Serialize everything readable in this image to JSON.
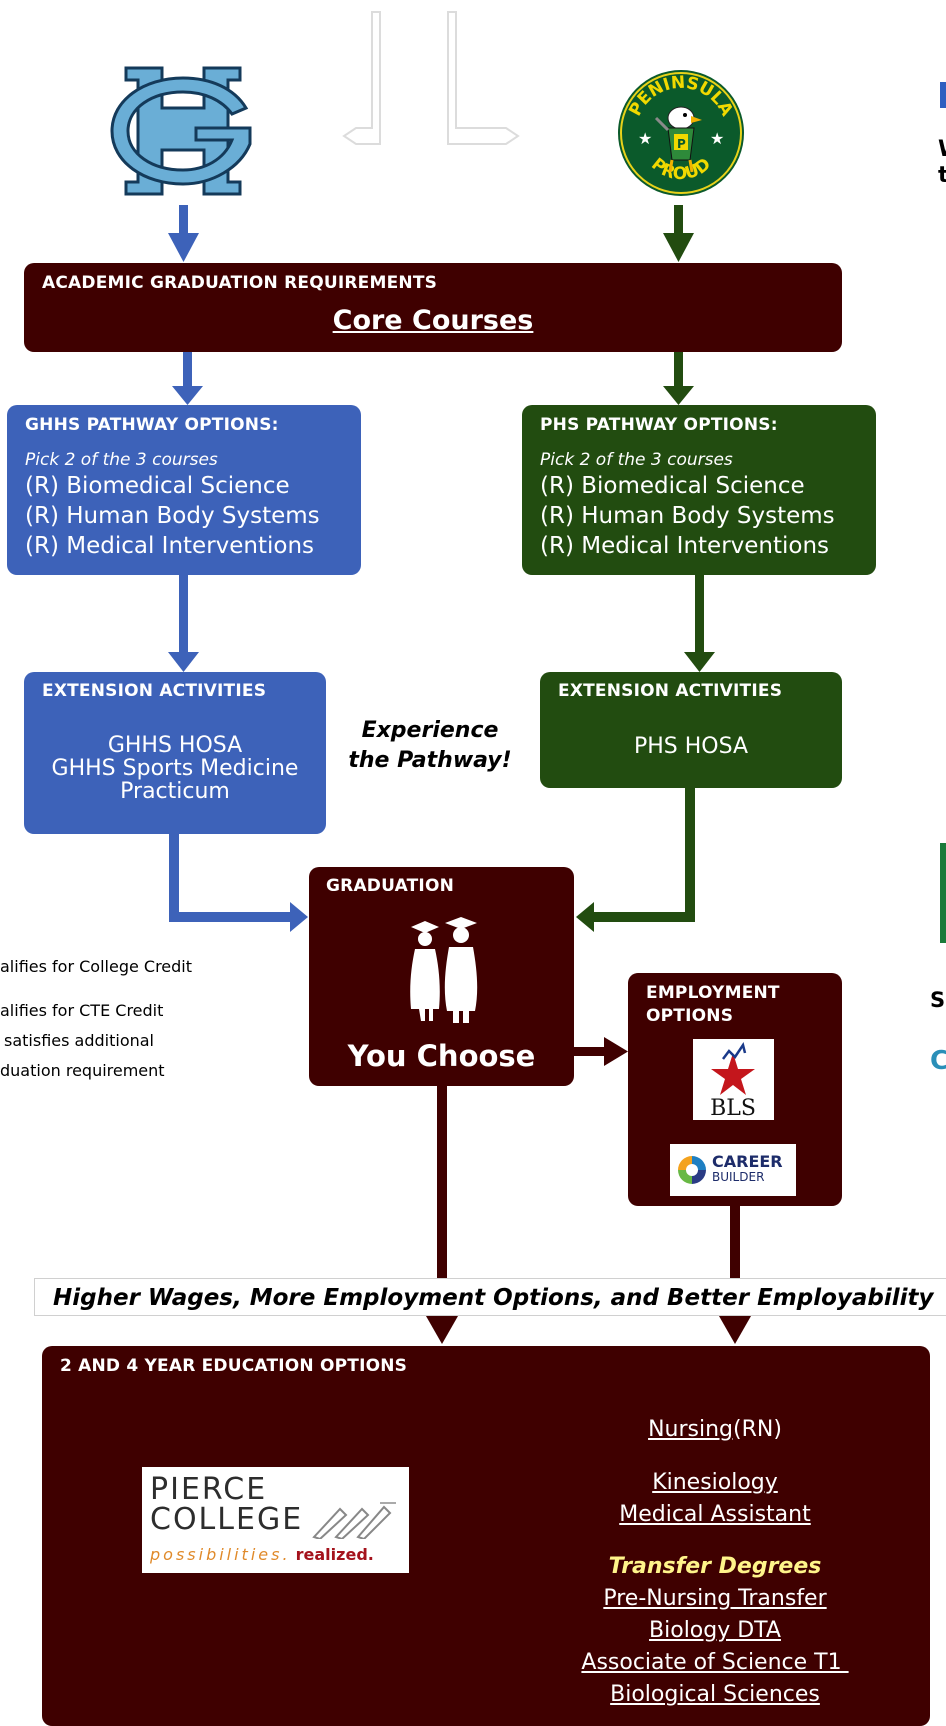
{
  "logos": {
    "gh_letters": "GH",
    "peninsula_top": "PENINSULA",
    "peninsula_bottom": "PROUD",
    "bls_text": "BLS",
    "career_top": "CAREER",
    "career_bottom": "BUILDER",
    "pierce_line1": "PIERCE",
    "pierce_line2": "COLLEGE",
    "pierce_tag1": "possibilities.",
    "pierce_tag2": "realized."
  },
  "right_edge": {
    "heading_fragment_1": "W",
    "heading_fragment_2": "t",
    "s_fragment": "S",
    "c_fragment": "C"
  },
  "academic": {
    "header": "ACADEMIC GRADUATION REQUIREMENTS",
    "core_link": "Core Courses"
  },
  "ghhs_pathway": {
    "header": "GHHS PATHWAY OPTIONS:",
    "instruction": "Pick 2 of the 3 courses",
    "courses": [
      "(R) Biomedical Science",
      "(R) Human Body Systems",
      "(R) Medical Interventions"
    ]
  },
  "phs_pathway": {
    "header": "PHS PATHWAY OPTIONS:",
    "instruction": "Pick 2 of the 3 courses",
    "courses": [
      "(R) Biomedical Science",
      "(R) Human Body Systems",
      "(R) Medical Interventions"
    ]
  },
  "ghhs_extension": {
    "header": "EXTENSION ACTIVITIES",
    "items": [
      "GHHS HOSA",
      "GHHS Sports Medicine",
      "Practicum"
    ]
  },
  "phs_extension": {
    "header": "EXTENSION ACTIVITIES",
    "items": [
      "PHS HOSA"
    ]
  },
  "experience": {
    "line1": "Experience",
    "line2": "the Pathway!"
  },
  "legend": {
    "line1": "alifies for College Credit",
    "line2": "alifies for CTE Credit",
    "line3": "satisfies additional",
    "line4": "duation requirement"
  },
  "graduation": {
    "header": "GRADUATION",
    "choose": "You Choose"
  },
  "employment": {
    "header_line1": "EMPLOYMENT",
    "header_line2": "OPTIONS"
  },
  "banner": {
    "text": "Higher Wages, More Employment Options, and Better Employability"
  },
  "education": {
    "header": "2 AND 4 YEAR EDUCATION OPTIONS",
    "nursing": "Nursing",
    "nursing_suffix": "(RN)",
    "programs": [
      "Kinesiology",
      "Medical Assistant"
    ],
    "transfer_header": "Transfer Degrees",
    "transfer": [
      "Pre-Nursing Transfer",
      "Biology DTA",
      "Associate of Science T1 ",
      "Biological Sciences"
    ]
  },
  "colors": {
    "maroon": "#3f0000",
    "blue": "#3d62b9",
    "green": "#224c10",
    "transfer_yellow": "#fff48a",
    "gh_light_blue": "#6aaed6"
  }
}
